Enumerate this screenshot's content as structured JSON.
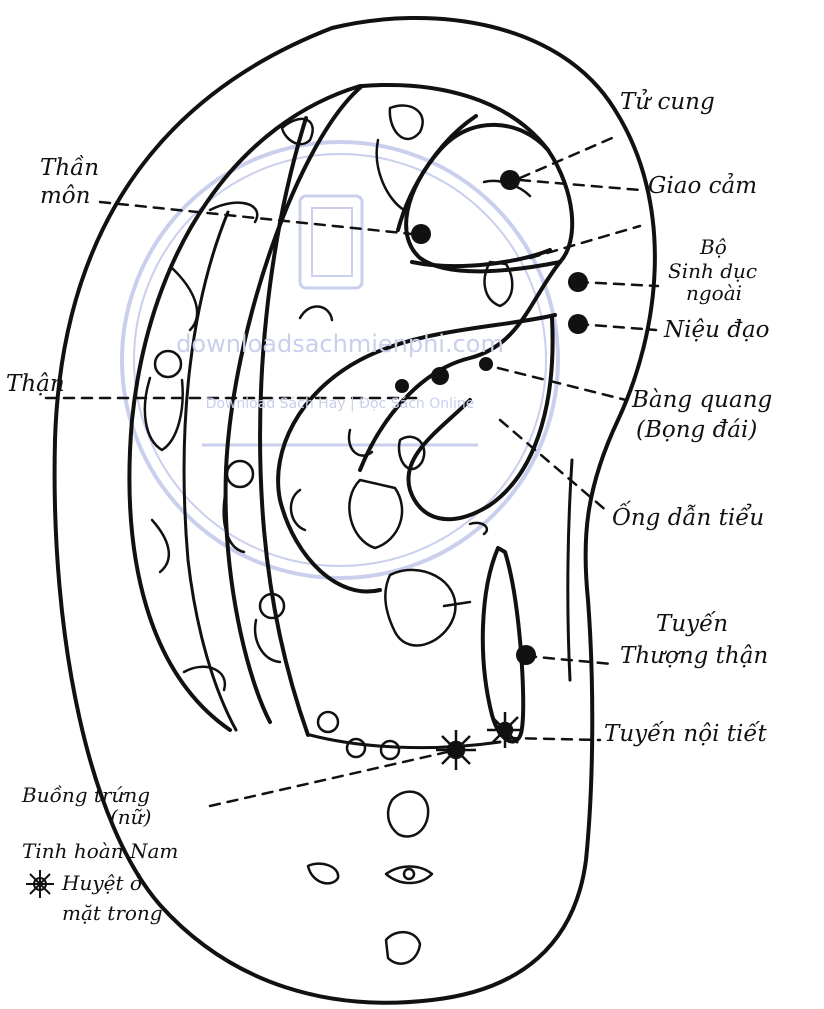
{
  "watermark": {
    "site": "downloadsachmienphi.com",
    "tagline": "Download Sách Hay | Đọc Sách Online"
  },
  "labels": {
    "tu_cung": "Tử cung",
    "giao_cam": "Giao cảm",
    "bo_sinh_duc_1": "Bộ",
    "bo_sinh_duc_2": "Sinh dục",
    "bo_sinh_duc_3": "ngoài",
    "nieu_dao": "Niệu đạo",
    "bang_quang_1": "Bàng quang",
    "bang_quang_2": "(Bọng đái)",
    "ong_dan_tieu": "Ống dẫn tiểu",
    "tuyen_thuong_than_1": "Tuyến",
    "tuyen_thuong_than_2": "Thượng thận",
    "tuyen_noi_tiet": "Tuyến nội tiết",
    "than_mon_1": "Thần",
    "than_mon_2": "môn",
    "than": "Thận",
    "buong_trung_1": "Buồng trứng",
    "buong_trung_2": "(nữ)",
    "tinh_hoan": "Tinh hoàn Nam",
    "huyet_1": "Huyệt ở",
    "huyet_2": "mặt trong"
  },
  "colors": {
    "ink": "#111111",
    "watermark": "#c9cfec"
  }
}
